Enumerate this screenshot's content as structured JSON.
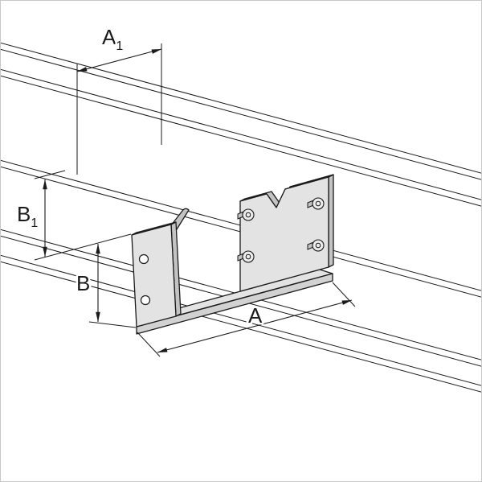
{
  "diagram": {
    "dimensions": {
      "a1": {
        "label": "A",
        "subscript": "1"
      },
      "b1": {
        "label": "B",
        "subscript": "1"
      },
      "b": {
        "label": "B",
        "subscript": ""
      },
      "a": {
        "label": "A",
        "subscript": ""
      }
    },
    "colors": {
      "line": "#1a1a1a",
      "face_light": "#e3e3e3",
      "face_mid": "#d2d2d2",
      "face_dark": "#c3c3c3",
      "bolt": "#ececec",
      "hole": "#ffffff",
      "background": "#ffffff",
      "border": "#c8c8c8"
    }
  }
}
